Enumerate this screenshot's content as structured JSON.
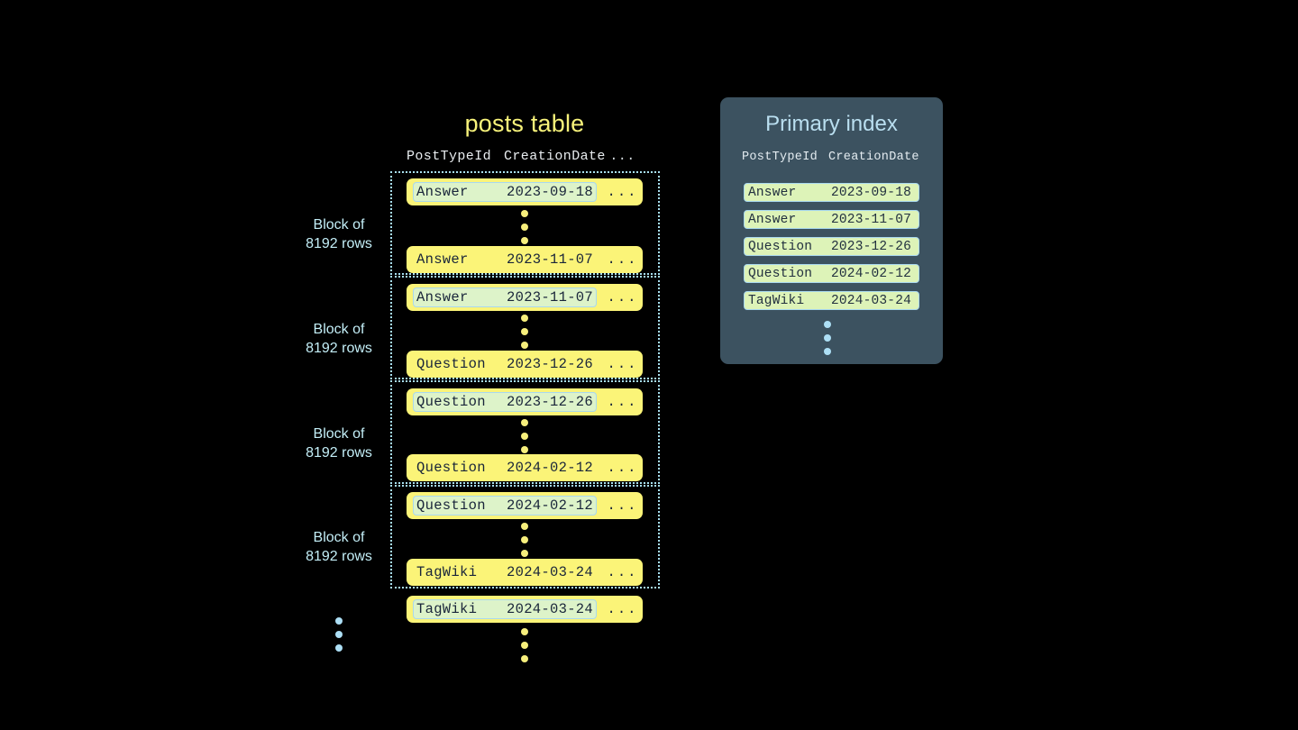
{
  "posts_table": {
    "title": "posts table",
    "columns": [
      "PostTypeId",
      "CreationDate",
      "..."
    ],
    "blocks": [
      {
        "label_line1": "Block of",
        "label_line2": "8192 rows",
        "first_row": {
          "type": "Answer",
          "date": "2023-09-18",
          "etc": "...",
          "highlighted": true
        },
        "last_row": {
          "type": "Answer",
          "date": "2023-11-07",
          "etc": "...",
          "highlighted": false
        }
      },
      {
        "label_line1": "Block of",
        "label_line2": "8192 rows",
        "first_row": {
          "type": "Answer",
          "date": "2023-11-07",
          "etc": "...",
          "highlighted": true
        },
        "last_row": {
          "type": "Question",
          "date": "2023-12-26",
          "etc": "...",
          "highlighted": false
        }
      },
      {
        "label_line1": "Block of",
        "label_line2": "8192 rows",
        "first_row": {
          "type": "Question",
          "date": "2023-12-26",
          "etc": "...",
          "highlighted": true
        },
        "last_row": {
          "type": "Question",
          "date": "2024-02-12",
          "etc": "...",
          "highlighted": false
        }
      },
      {
        "label_line1": "Block of",
        "label_line2": "8192 rows",
        "first_row": {
          "type": "Question",
          "date": "2024-02-12",
          "etc": "...",
          "highlighted": true
        },
        "last_row": {
          "type": "TagWiki",
          "date": "2024-03-24",
          "etc": "...",
          "highlighted": false
        }
      }
    ],
    "trailing_row": {
      "type": "TagWiki",
      "date": "2024-03-24",
      "etc": "...",
      "highlighted": true
    }
  },
  "primary_index": {
    "title": "Primary index",
    "columns": [
      "PostTypeId",
      "CreationDate"
    ],
    "rows": [
      {
        "type": "Answer",
        "date": "2023-09-18"
      },
      {
        "type": "Answer",
        "date": "2023-11-07"
      },
      {
        "type": "Question",
        "date": "2023-12-26"
      },
      {
        "type": "Question",
        "date": "2024-02-12"
      },
      {
        "type": "TagWiki",
        "date": "2024-03-24"
      }
    ]
  },
  "colors": {
    "background": "#000000",
    "row_yellow": "#fbf478",
    "highlight_green": "#ddf3c9",
    "index_row_green": "#ddf3b8",
    "accent_blue": "#addff5",
    "panel_slate": "#3c5260",
    "title_yellow": "#f7f27a"
  }
}
